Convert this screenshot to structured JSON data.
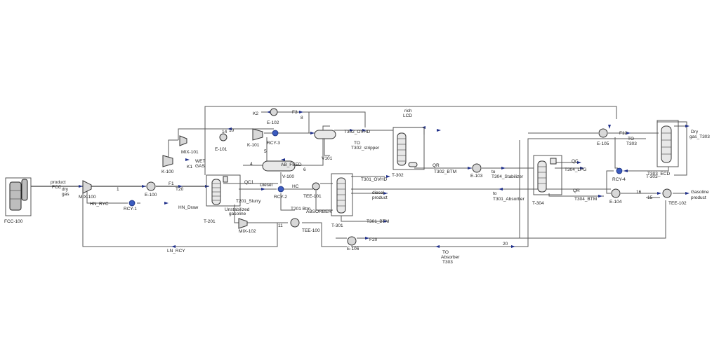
{
  "units": {
    "fcc100": "FCC-100",
    "mix100": "MIX-100",
    "rcy1": "RCY-1",
    "e100": "E-100",
    "k100": "K-100",
    "mix101": "MIX-101",
    "e101": "E-101",
    "t201": "T-201",
    "mix102": "MIX-102",
    "k101": "K-101",
    "rcy3": "RCY-3",
    "e102": "E-102",
    "v100": "V-100",
    "rcy2": "RCY-2",
    "tee101": "TEE-101",
    "tee100": "TEE-100",
    "t301": "T-301",
    "v101": "V101",
    "t302": "T-302",
    "e106": "E-106",
    "e103": "E-103",
    "t304": "T-304",
    "e104": "E-104",
    "e105": "E-105",
    "rcy4": "RCY-4",
    "t303": "T-303",
    "tee102": "TEE-102"
  },
  "streams": {
    "fcc_product": "product",
    "fcc": "FCC",
    "dry_gas": "dry",
    "dry_gas2": "gas",
    "s1": "1",
    "hn_ryc": "HN_RYC",
    "ln_rcy": "LN_RCY",
    "hn_draw": "HN_Draw",
    "lcd_draw": "T20",
    "f1": "F1",
    "wet_gas": "WET",
    "wet_gas2": "GAS",
    "k1": "K1",
    "k2": "K2",
    "s4": "4",
    "s5": "5",
    "s6": "6",
    "s8": "8",
    "s10": "10",
    "s11": "11",
    "s14": "14",
    "f3": "F3",
    "qc1": "QC1",
    "t201_slurry": "T201_Slurry",
    "unstabilized": "Unstabilized",
    "gasoline": "gasoline",
    "diesel": "Diesel",
    "v100_feed": "AB_FEED",
    "hc": "HC",
    "t201_btm": "T201 Btm",
    "absorber": "ABSORBER",
    "rich_lcd": "rich",
    "rich_lcd2": "LCD",
    "t302_ovhd": "T302_OVHD",
    "to_t302": "TO",
    "to_t302b": "T302_stripper",
    "t301_ovhd": "T301_OVHD",
    "diesel_product": "diesel",
    "diesel_product2": "product",
    "t301_btm": "T301_BTM",
    "f20": "F20",
    "to_absorber_t303": "TO",
    "to_absorber_t303b": "Absorber",
    "to_absorber_t303c": "T303",
    "s20": "20",
    "qr": "QR",
    "t302_btm": "T302_BTM",
    "to_stabilizer": "to",
    "to_stabilizer2": "T304_Stabilizer",
    "to_absorber": "to",
    "to_absorber2": "T301_Absorber",
    "qc": "QC",
    "t304_lpg": "T304_LPG",
    "qr2": "QR",
    "t304_btm": "T304_BTM",
    "s15": "15",
    "s16": "16",
    "f12": "F12",
    "to_t303": "TO",
    "to_t303b": "T303",
    "dry_gas_t303": "Dry",
    "dry_gas_t303b": "gas_T303",
    "t303_ecd": "T303_ECD",
    "gasoline_product": "Gasoline",
    "gasoline_product2": "product"
  }
}
